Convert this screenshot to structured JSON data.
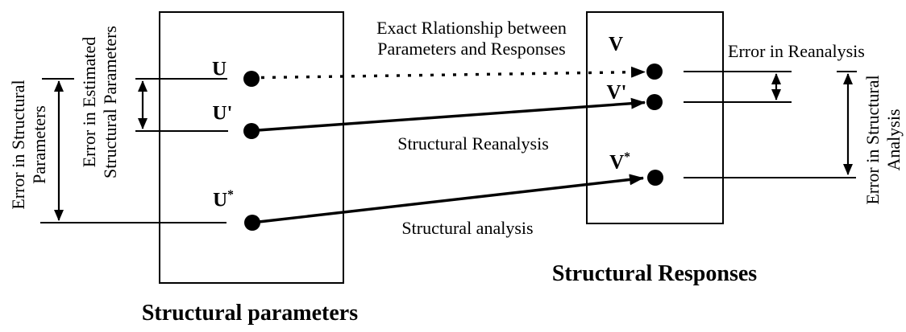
{
  "colors": {
    "ink": "#000000",
    "background": "#ffffff"
  },
  "left_panel": {
    "title": "Structural parameters",
    "nodes": {
      "u": {
        "label": "U",
        "sup": ""
      },
      "u_prime": {
        "label": "U'",
        "sup": ""
      },
      "u_star": {
        "label": "U",
        "sup": "*"
      }
    },
    "annotations": {
      "error_structural": "Error in Structural\nParameters",
      "error_estimated": "Error in Estimated\nStructural Parameters"
    }
  },
  "right_panel": {
    "title": "Structural Responses",
    "nodes": {
      "v": {
        "label": "V",
        "sup": ""
      },
      "v_prime": {
        "label": "V'",
        "sup": ""
      },
      "v_star": {
        "label": "V",
        "sup": "*"
      }
    },
    "annotations": {
      "error_reanalysis": "Error in Reanalysis",
      "error_structural_analysis": "Error in Structural\nAnalysis"
    }
  },
  "edges": {
    "exact_relationship": "Exact Rlationship between\nParameters and Responses",
    "structural_reanalysis": "Structural Reanalysis",
    "structural_analysis": "Structural analysis"
  }
}
